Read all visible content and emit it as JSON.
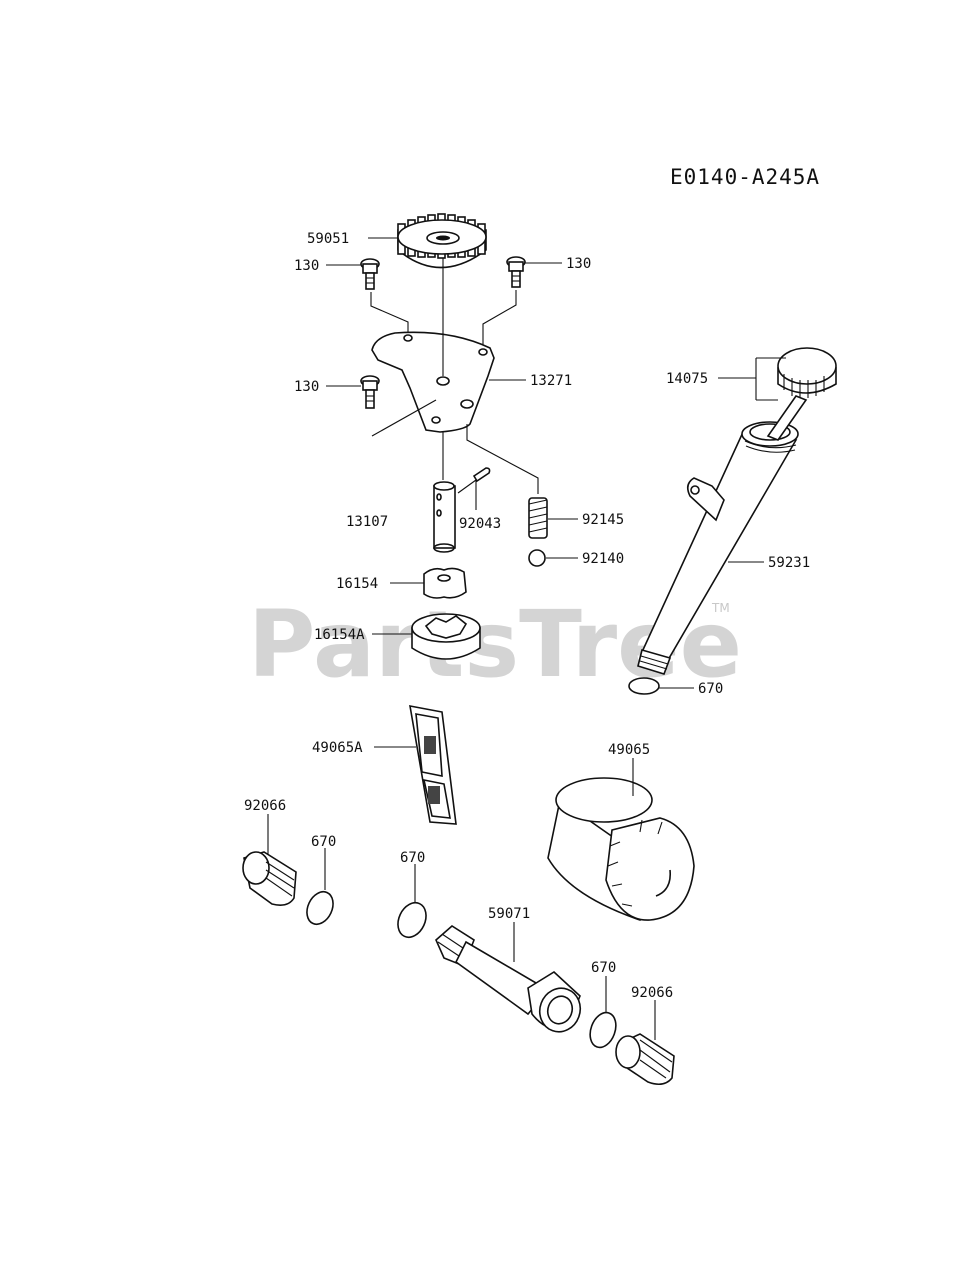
{
  "diagram_code": "E0140-A245A",
  "watermark": "PartsTree",
  "trademark": "TM",
  "labels": {
    "p59051": "59051",
    "p130_left_top": "130",
    "p130_right_top": "130",
    "p130_left_mid": "130",
    "p13271": "13271",
    "p14075": "14075",
    "p13107": "13107",
    "p92043": "92043",
    "p92145": "92145",
    "p92140": "92140",
    "p59231": "59231",
    "p16154": "16154",
    "p16154A": "16154A",
    "p670_tube": "670",
    "p49065A": "49065A",
    "p49065": "49065",
    "p92066_left": "92066",
    "p670_left": "670",
    "p670_mid": "670",
    "p59071": "59071",
    "p670_right": "670",
    "p92066_right": "92066"
  }
}
